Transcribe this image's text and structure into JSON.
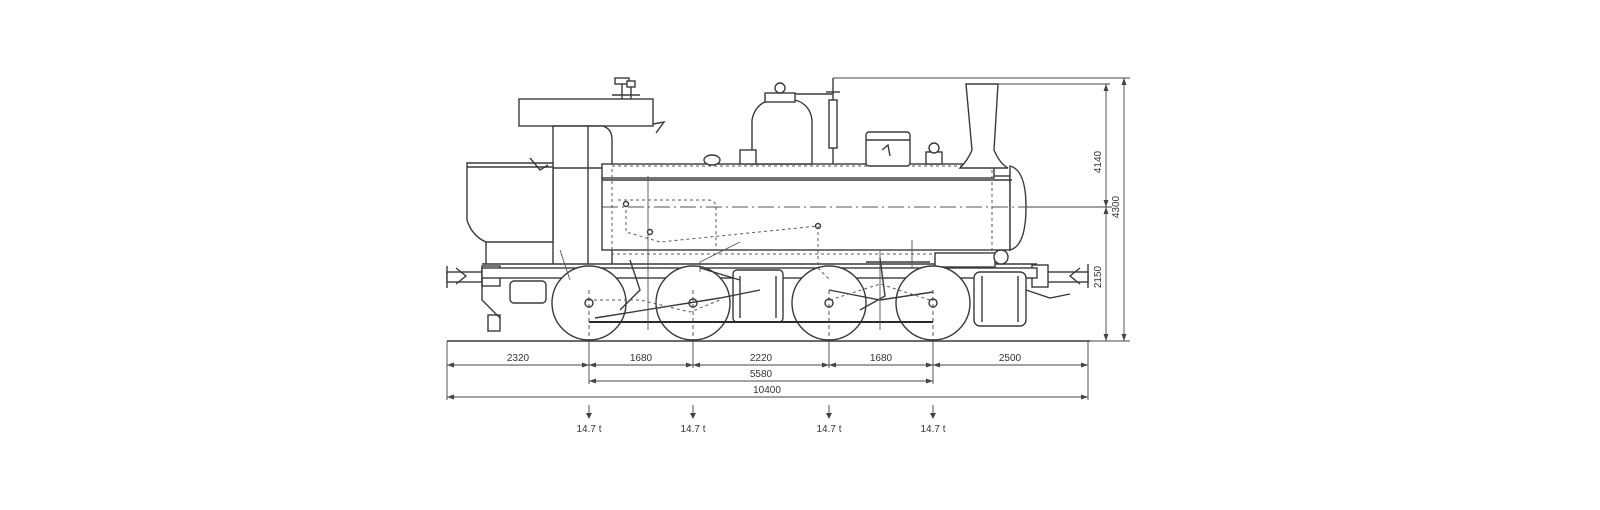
{
  "drawing": {
    "subject": "locomotive-side-elevation",
    "line_color": "#3a3a3a",
    "background": "#ffffff",
    "horizontal_dimensions": {
      "row1": [
        "2320",
        "1680",
        "2220",
        "1680",
        "2500"
      ],
      "row2": "5580",
      "row3": "10400"
    },
    "vertical_dimensions": {
      "upper": "4140",
      "lower": "2150",
      "total": "4300"
    },
    "axle_loads": [
      "14.7 t",
      "14.7 t",
      "14.7 t",
      "14.7 t"
    ]
  }
}
